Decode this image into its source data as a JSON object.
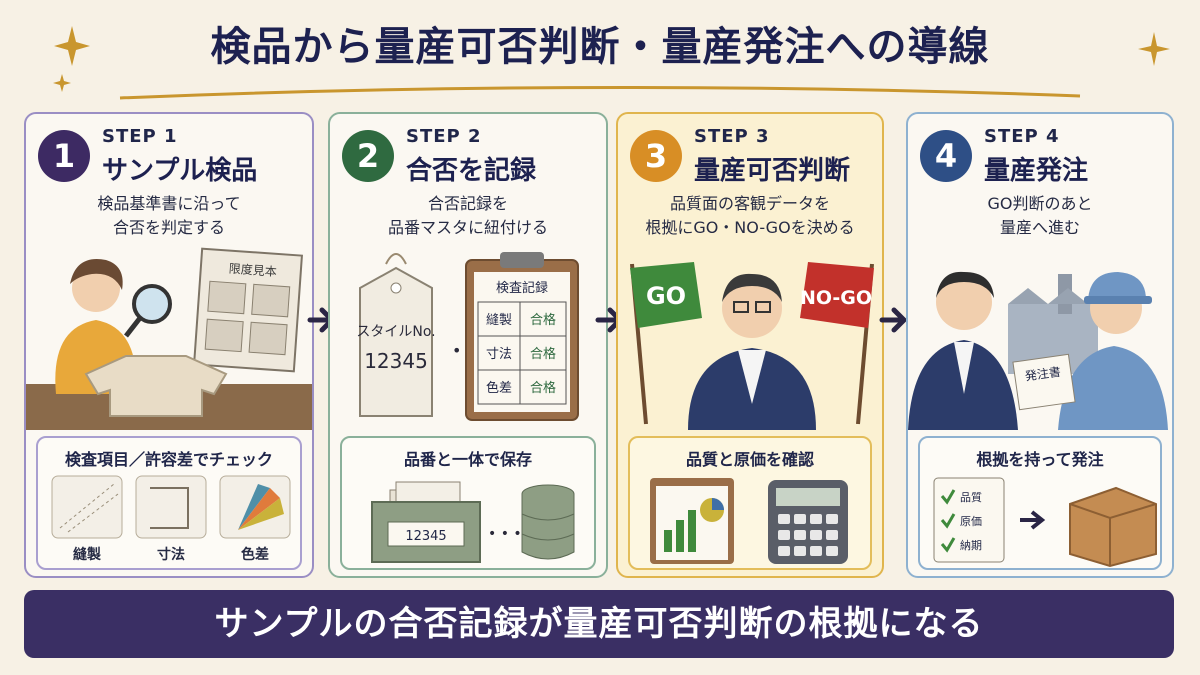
{
  "title": "検品から量産可否判断・量産発注への導線",
  "steps": [
    {
      "number": "1",
      "label": "STEP 1",
      "name": "サンプル検品",
      "desc": [
        "検品基準書に沿って",
        "合否を判定する"
      ],
      "illus_tag": "限度見本",
      "panel_title": "検査項目／許容差でチェック",
      "panel_items": [
        "縫製",
        "寸法",
        "色差"
      ]
    },
    {
      "number": "2",
      "label": "STEP 2",
      "name": "合否を記録",
      "desc": [
        "合否記録を",
        "品番マスタに紐付ける"
      ],
      "tag_lines": [
        "スタイルNo.",
        "12345"
      ],
      "clipboard": {
        "title": "検査記録",
        "rows": [
          {
            "item": "縫製",
            "result": "合格"
          },
          {
            "item": "寸法",
            "result": "合格"
          },
          {
            "item": "色差",
            "result": "合格"
          }
        ]
      },
      "panel_title": "品番と一体で保存",
      "box_label": "12345"
    },
    {
      "number": "3",
      "label": "STEP 3",
      "name": "量産可否判断",
      "desc": [
        "品質面の客観データを",
        "根拠にGO・NO-GOを決める"
      ],
      "flag_go": "GO",
      "flag_nogo": "NO-GO",
      "panel_title": "品質と原価を確認"
    },
    {
      "number": "4",
      "label": "STEP 4",
      "name": "量産発注",
      "desc": [
        "GO判断のあと",
        "量産へ進む"
      ],
      "doc_label": "発注書",
      "panel_title": "根拠を持って発注",
      "checklist": [
        "品質",
        "原価",
        "納期"
      ]
    }
  ],
  "footer": "サンプルの合否記録が量産可否判断の根拠になる",
  "colors": {
    "navy": "#1d2150",
    "purple": "#3d2a63",
    "green": "#2f6a40",
    "orange": "#d88e25",
    "blue": "#2e4f86",
    "flag_go": "#3f8a3c",
    "flag_nogo": "#c2312b"
  }
}
